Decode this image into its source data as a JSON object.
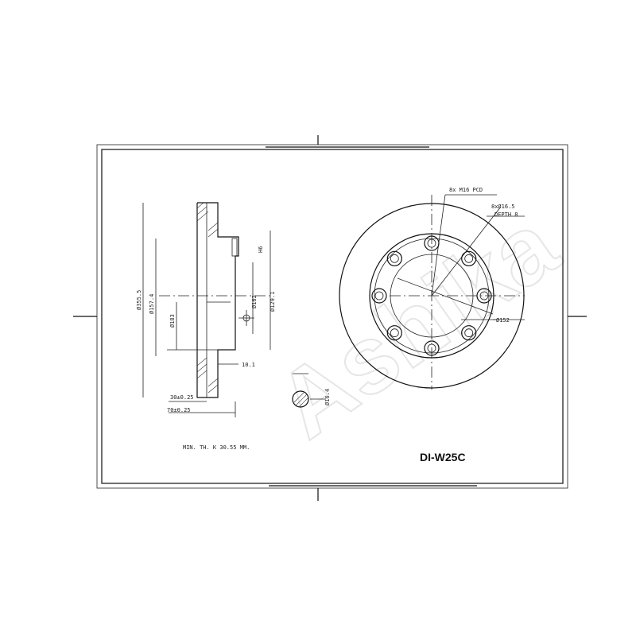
{
  "title_block": {
    "model_code": "DI-W25C"
  },
  "watermark": {
    "text": "Ashika"
  },
  "side_view": {
    "dimensions": {
      "outer_dia": "Ø355.5",
      "inner_dia": "Ø157.4",
      "ref_left": "Ø183",
      "hub_dia": "Ø162",
      "pilot_dia": "Ø129.1",
      "offset": "10.1",
      "width_a": "30±0.25",
      "width_b": "70±0.25",
      "hub_height": "H6"
    },
    "note": "MIN. TH. K 30.55 MM."
  },
  "front_view": {
    "dimensions": {
      "pcd_note": "8x M16 PCD",
      "holes_note": "8xØ16.5",
      "holes_depth": "DEPTH 8",
      "center_dia": "Ø152",
      "section_mark": "Ø16.4"
    },
    "bolt_count": 8
  },
  "icons": [
    "datum-target-icon",
    "cross-section-icon"
  ]
}
